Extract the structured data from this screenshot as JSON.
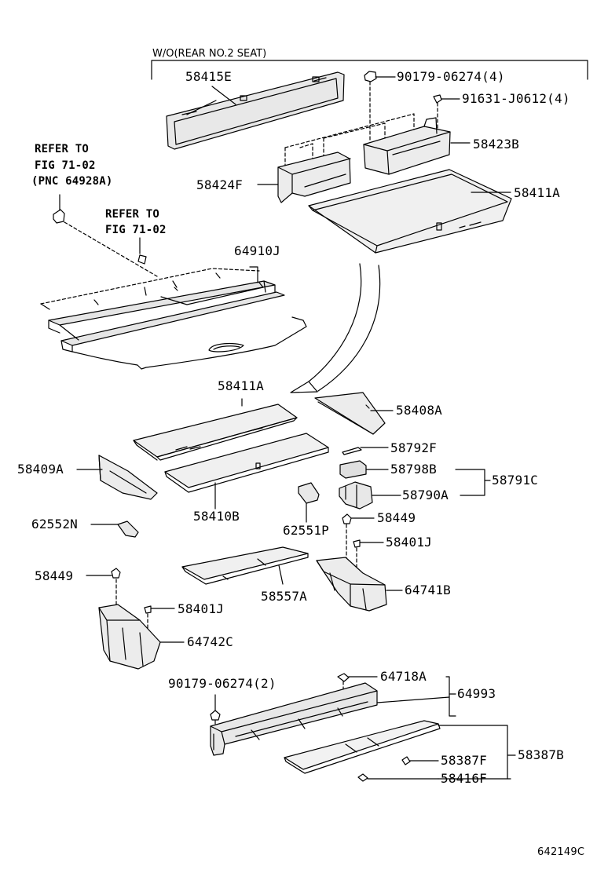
{
  "header_note": "W/O(REAR NO.2 SEAT)",
  "refer_1": {
    "line1": "REFER TO",
    "line2": "FIG 71-02",
    "line3": "(PNC 64928A)"
  },
  "refer_2": {
    "line1": "REFER TO",
    "line2": "FIG 71-02"
  },
  "parts": {
    "p58415E": "58415E",
    "p90179_06274_4": "90179-06274(4)",
    "p91631_J0612_4": "91631-J0612(4)",
    "p58423B": "58423B",
    "p58424F": "58424F",
    "p58411A_top": "58411A",
    "p64910J": "64910J",
    "p58411A_mid": "58411A",
    "p58408A": "58408A",
    "p58792F": "58792F",
    "p58798B": "58798B",
    "p58791C": "58791C",
    "p58790A": "58790A",
    "p58409A": "58409A",
    "p58410B": "58410B",
    "p62552N": "62552N",
    "p62551P": "62551P",
    "p58449_right": "58449",
    "p58401J_right": "58401J",
    "p58449_left": "58449",
    "p58557A": "58557A",
    "p64741B": "64741B",
    "p58401J_left": "58401J",
    "p64742C": "64742C",
    "p90179_06274_2": "90179-06274(2)",
    "p64718A": "64718A",
    "p64993": "64993",
    "p58387F": "58387F",
    "p58387B": "58387B",
    "p58416F": "58416F"
  },
  "figure_code": "642149C"
}
